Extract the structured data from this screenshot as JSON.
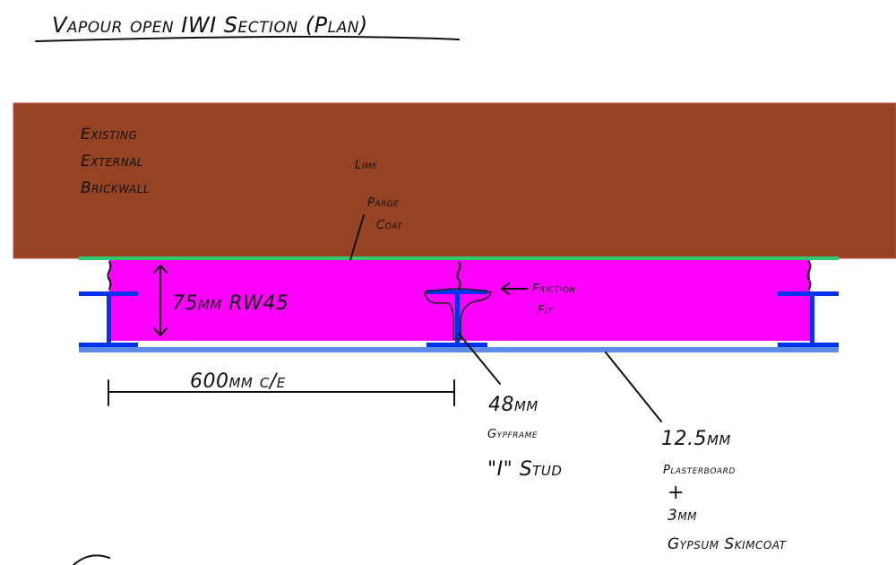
{
  "title": "Vapour open IWI Section (Plan)",
  "labels": {
    "brick_line1": "Existing",
    "brick_line2": "External",
    "brick_line3": "Brickwall",
    "lime_line1": "Lime",
    "lime_line2": "Parge",
    "lime_line3": "Coat",
    "insulation": "75mm RW45",
    "friction_line1": "Friction",
    "friction_line2": "Fit",
    "spacing": "600mm c/e",
    "stud_line1": "48mm",
    "stud_line2": "Gypframe",
    "stud_line3": "\"I\" Stud",
    "board_line1": "12.5mm",
    "board_line2": "Plasterboard",
    "board_line3": "+",
    "board_line4": "3mm",
    "board_line5": "Gypsum Skimcoat"
  },
  "colors": {
    "brick": "#954322",
    "brick_outline": "#d6453d",
    "lime_parge": "#2ecc71",
    "insulation": "#ff00ff",
    "stud": "#0033ee",
    "plasterboard": "#5b8de8",
    "ink": "#111111"
  }
}
